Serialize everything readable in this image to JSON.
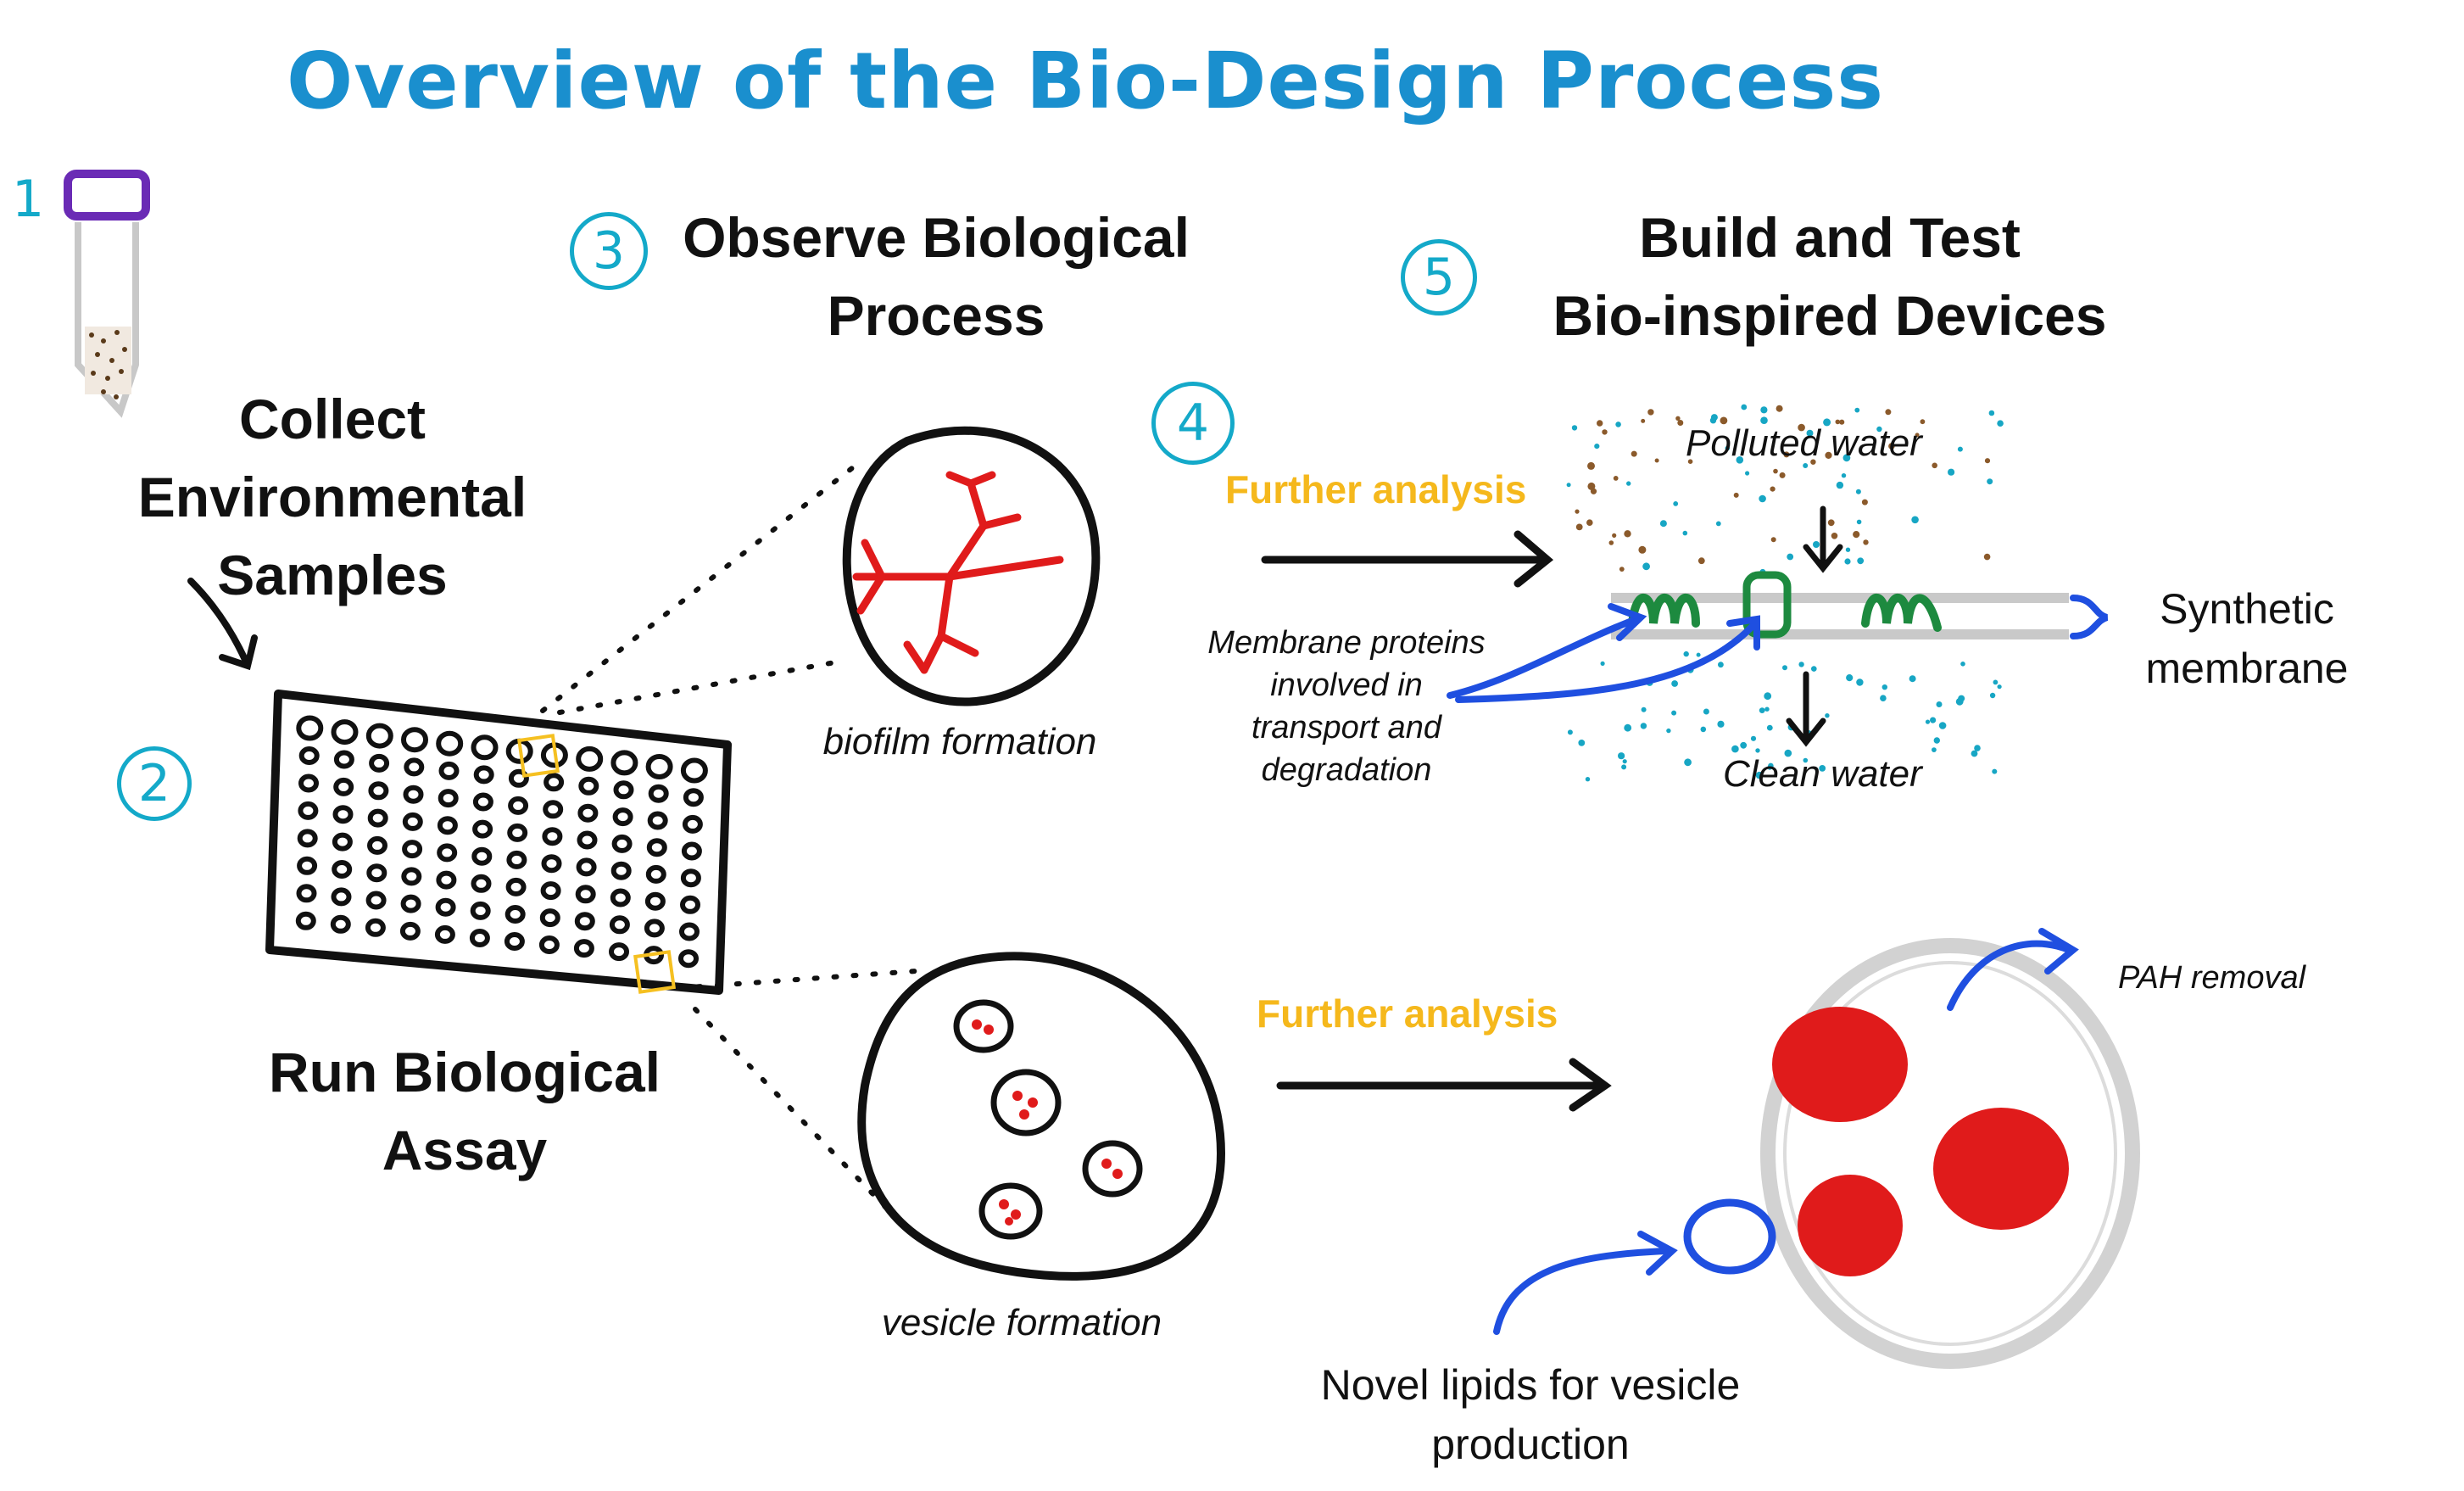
{
  "title": "Overview of the Bio-Design Process",
  "steps": [
    {
      "number": "1",
      "label": ""
    },
    {
      "number": "2",
      "label": ""
    },
    {
      "number": "3",
      "label": ""
    },
    {
      "number": "4",
      "label": ""
    },
    {
      "number": "5",
      "label": ""
    }
  ],
  "headings": {
    "collect": [
      "Collect",
      "Environmental",
      "Samples"
    ],
    "run_assay": [
      "Run Biological",
      "Assay"
    ],
    "observe": [
      "Observe Biological",
      "Process"
    ],
    "build": [
      "Build and Test",
      "Bio-inspired Devices"
    ]
  },
  "captions": {
    "biofilm": "biofilm formation",
    "vesicle": "vesicle formation"
  },
  "further_analysis": "Further analysis",
  "membrane_panel": {
    "polluted": "Polluted water",
    "clean": "Clean water",
    "membrane": [
      "Synthetic",
      "membrane"
    ],
    "proteins": [
      "Membrane proteins",
      "involved in",
      "transport and",
      "degradation"
    ]
  },
  "vesicle_panel": {
    "pah": "PAH removal",
    "lipids": [
      "Novel lipids for vesicle",
      "production"
    ]
  },
  "colors": {
    "title": "#1a8fce",
    "step_number": "#14a9c9",
    "accent": "#f5b81c",
    "red": "#e01b1b",
    "green": "#1d8a3f",
    "blue": "#1f4fe0",
    "tube_cap": "#6a2bb5",
    "ink": "#111111"
  }
}
